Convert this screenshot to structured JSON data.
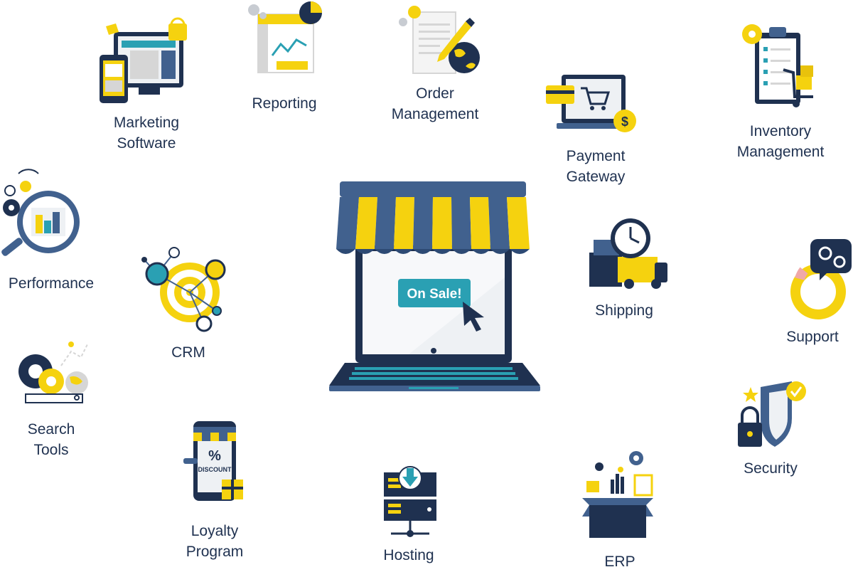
{
  "center": {
    "badge": "On Sale!"
  },
  "nodes": {
    "marketing_software": [
      "Marketing",
      "Software"
    ],
    "reporting": [
      "Reporting"
    ],
    "order_management": [
      "Order",
      "Management"
    ],
    "payment_gateway": [
      "Payment",
      "Gateway"
    ],
    "inventory_management": [
      "Inventory",
      "Management"
    ],
    "performance": [
      "Performance"
    ],
    "crm": [
      "CRM"
    ],
    "shipping": [
      "Shipping"
    ],
    "support": [
      "Support"
    ],
    "search_tools": [
      "Search",
      "Tools"
    ],
    "loyalty_program": [
      "Loyalty",
      "Program"
    ],
    "hosting": [
      "Hosting"
    ],
    "erp": [
      "ERP"
    ],
    "security": [
      "Security"
    ]
  },
  "loyalty_icon": {
    "percent": "%",
    "discount": "DISCOUNT"
  },
  "colors": {
    "navy": "#1f3150",
    "blue": "#41618e",
    "yellow": "#f5d20f",
    "teal": "#2aa0b3",
    "grey": "#d6d6d6"
  }
}
